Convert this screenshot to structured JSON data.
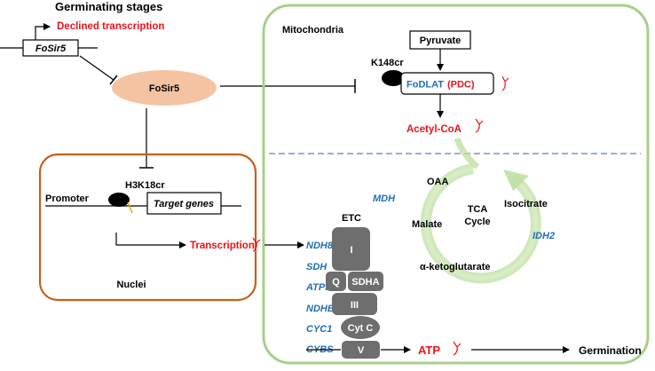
{
  "title": "Germinating stages",
  "gene": {
    "name": "FoSir5",
    "declined": "Declined transcription"
  },
  "protein": "FoSir5",
  "mitochondria": {
    "label": "Mitochondria",
    "pyruvate": "Pyruvate",
    "k148": "K148cr",
    "fodlat": "FoDLAT",
    "pdc": "(PDC)",
    "acetyl": "Acetyl-CoA"
  },
  "tca": {
    "oaa": "OAA",
    "mdh": "MDH",
    "malate": "Malate",
    "tca1": "TCA",
    "tca2": "Cycle",
    "isocitrate": "Isocitrate",
    "idh2": "IDH2",
    "akg": "α-ketoglutarate"
  },
  "nuclei": {
    "label": "Nuclei",
    "h3k18": "H3K18cr",
    "promoter": "Promoter",
    "target": "Target genes",
    "transcription": "Transcription"
  },
  "etc": {
    "label": "ETC",
    "genes": [
      "NDH8",
      "SDH",
      "ATP5H",
      "NDHB1",
      "CYC1",
      "CYBS"
    ],
    "complexes": {
      "c1": "I",
      "q": "Q",
      "sdha": "SDHA",
      "c3": "III",
      "cytc": "Cyt C",
      "c5": "V"
    }
  },
  "atp": "ATP",
  "germination": "Germination",
  "colors": {
    "red": "#e8141b",
    "blue": "#1f6fb4",
    "green": "#a8cf8a",
    "orange": "#c5601b",
    "salmon": "#f4c4a2",
    "gray": "#6e6e6e"
  }
}
